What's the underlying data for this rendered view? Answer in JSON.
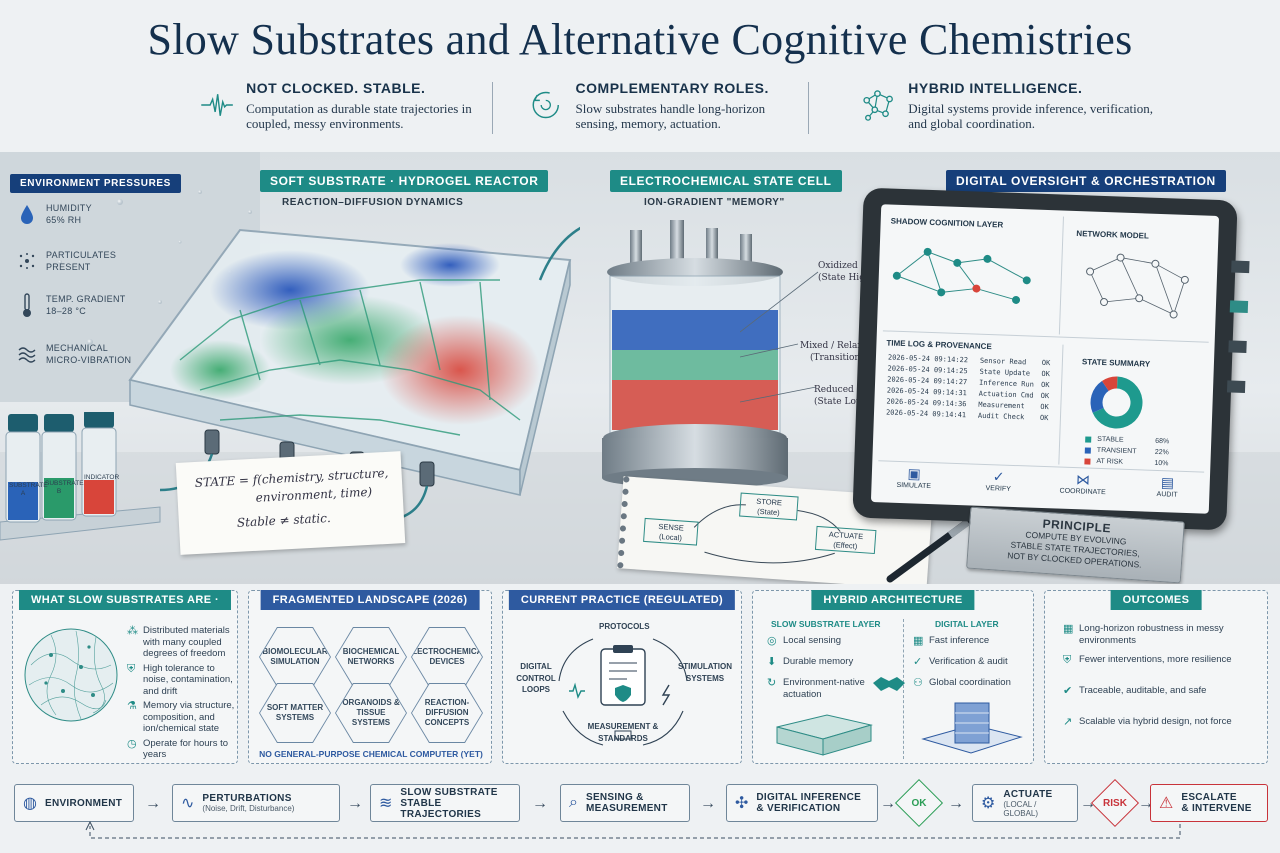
{
  "title": "Slow Substrates and Alternative Cognitive Chemistries",
  "principles": [
    {
      "icon": "waveform-icon",
      "head": "NOT CLOCKED. STABLE.",
      "body": "Computation as durable state trajectories in coupled, messy environments."
    },
    {
      "icon": "cycle-icon",
      "head": "COMPLEMENTARY ROLES.",
      "body": "Slow substrates handle long-horizon sensing, memory, actuation."
    },
    {
      "icon": "network-icon",
      "head": "HYBRID INTELLIGENCE.",
      "body": "Digital systems provide inference, verification, and global coordination."
    }
  ],
  "scene": {
    "env_title": "ENVIRONMENT PRESSURES",
    "env_items": [
      {
        "icon": "droplet-icon",
        "text": "HUMIDITY\n65% RH"
      },
      {
        "icon": "particles-icon",
        "text": "PARTICULATES\nPRESENT"
      },
      {
        "icon": "thermometer-icon",
        "text": "TEMP. GRADIENT\n18–28 °C"
      },
      {
        "icon": "vibration-icon",
        "text": "MECHANICAL\nMICRO-VIBRATION"
      }
    ],
    "soft_title": "SOFT SUBSTRATE · HYDROGEL REACTOR",
    "soft_sub": "REACTION–DIFFUSION DYNAMICS",
    "state_note_1": "STATE = f(chemistry, structure,",
    "state_note_2": "environment, time)",
    "state_note_3": "Stable ≠ static.",
    "vials": [
      "SUBSTRATE A",
      "SUBSTRATE B",
      "INDICATOR"
    ],
    "echem_title": "ELECTROCHEMICAL STATE CELL",
    "echem_sub": "ION-GRADIENT \"MEMORY\"",
    "cell_labels": [
      {
        "a": "Oxidized",
        "b": "(State High)"
      },
      {
        "a": "Mixed / Relaxed",
        "b": "(Transition)"
      },
      {
        "a": "Reduced",
        "b": "(State Low)"
      }
    ],
    "notebook": {
      "store": "STORE",
      "store_sub": "(State)",
      "sense": "SENSE",
      "sense_sub": "(Local)",
      "actuate": "ACTUATE",
      "actuate_sub": "(Effect)"
    },
    "digital_title": "DIGITAL OVERSIGHT & ORCHESTRATION",
    "tablet": {
      "shadow_title": "SHADOW COGNITION LAYER",
      "network_title": "NETWORK MODEL",
      "log_title": "TIME LOG & PROVENANCE",
      "log": [
        {
          "t": "2026-05-24  09:14:22",
          "e": "Sensor Read",
          "s": "OK"
        },
        {
          "t": "2026-05-24  09:14:25",
          "e": "State Update",
          "s": "OK"
        },
        {
          "t": "2026-05-24  09:14:27",
          "e": "Inference Run",
          "s": "OK"
        },
        {
          "t": "2026-05-24  09:14:31",
          "e": "Actuation Cmd",
          "s": "OK"
        },
        {
          "t": "2026-05-24  09:14:36",
          "e": "Measurement",
          "s": "OK"
        },
        {
          "t": "2026-05-24  09:14:41",
          "e": "Audit Check",
          "s": "OK"
        }
      ],
      "summary_title": "STATE SUMMARY",
      "summary": [
        {
          "label": "STABLE",
          "pct": "68%",
          "value": 68,
          "color": "#1e9a8e"
        },
        {
          "label": "TRANSIENT",
          "pct": "22%",
          "value": 22,
          "color": "#2a63b8"
        },
        {
          "label": "AT RISK",
          "pct": "10%",
          "value": 10,
          "color": "#d8453a"
        }
      ],
      "actions": [
        {
          "icon": "cube-icon",
          "label": "SIMULATE"
        },
        {
          "icon": "shield-check-icon",
          "label": "VERIFY"
        },
        {
          "icon": "share-icon",
          "label": "COORDINATE"
        },
        {
          "icon": "document-icon",
          "label": "AUDIT"
        }
      ]
    },
    "principle_plate": {
      "title": "PRINCIPLE",
      "l1": "COMPUTE BY EVOLVING",
      "l2": "STABLE STATE TRAJECTORIES,",
      "l3": "NOT BY CLOCKED OPERATIONS."
    }
  },
  "panels": {
    "what": {
      "title": "WHAT SLOW SUBSTRATES ARE ·",
      "items": [
        {
          "icon": "nodes-icon",
          "text": "Distributed materials with many coupled degrees of freedom"
        },
        {
          "icon": "shield-icon",
          "text": "High tolerance to noise, contamination, and drift"
        },
        {
          "icon": "flask-icon",
          "text": "Memory via structure, composition, and ion/chemical state"
        },
        {
          "icon": "clock-icon",
          "text": "Operate for hours to years"
        }
      ]
    },
    "landscape": {
      "title": "FRAGMENTED LANDSCAPE (2026)",
      "hexes": [
        "BIOMOLECULAR SIMULATION",
        "BIOCHEMICAL NETWORKS",
        "ELECTROCHEMICAL DEVICES",
        "SOFT MATTER SYSTEMS",
        "ORGANOIDS & TISSUE SYSTEMS",
        "REACTION-DIFFUSION CONCEPTS"
      ],
      "footer": "NO GENERAL-PURPOSE CHEMICAL COMPUTER (YET)"
    },
    "practice": {
      "title": "CURRENT PRACTICE (REGULATED)",
      "protocols": "PROTOCOLS",
      "digital": "DIGITAL CONTROL LOOPS",
      "stimulation": "STIMULATION SYSTEMS",
      "measurement": "MEASUREMENT & STANDARDS"
    },
    "hybrid": {
      "title": "HYBRID ARCHITECTURE",
      "slow_title": "SLOW SUBSTRATE LAYER",
      "slow_items": [
        "Local sensing",
        "Durable memory",
        "Environment-native actuation"
      ],
      "digital_title": "DIGITAL LAYER",
      "digital_items": [
        "Fast inference",
        "Verification & audit",
        "Global coordination"
      ]
    },
    "outcomes": {
      "title": "OUTCOMES",
      "items": [
        {
          "icon": "calendar-icon",
          "text": "Long-horizon robustness in messy environments"
        },
        {
          "icon": "shield-check-icon",
          "text": "Fewer interventions, more resilience"
        },
        {
          "icon": "check-circle-icon",
          "text": "Traceable, auditable, and safe"
        },
        {
          "icon": "growth-chart-icon",
          "text": "Scalable via hybrid design, not force"
        }
      ]
    }
  },
  "flow": [
    {
      "icon": "globe-icon",
      "label": "ENVIRONMENT",
      "sub": ""
    },
    {
      "icon": "pulse-icon",
      "label": "PERTURBATIONS",
      "sub": "(Noise, Drift, Disturbance)"
    },
    {
      "icon": "wave-icon",
      "label": "SLOW SUBSTRATE\nSTABLE TRAJECTORIES",
      "sub": ""
    },
    {
      "icon": "magnifier-icon",
      "label": "SENSING &\nMEASUREMENT",
      "sub": ""
    },
    {
      "icon": "brain-icon",
      "label": "DIGITAL INFERENCE\n& VERIFICATION",
      "sub": ""
    },
    {
      "icon": "decision-icon",
      "label": "OK",
      "sub": ""
    },
    {
      "icon": "gear-icon",
      "label": "ACTUATE",
      "sub": "(LOCAL / GLOBAL)"
    },
    {
      "icon": "decision-icon",
      "label": "RISK",
      "sub": ""
    },
    {
      "icon": "alarm-icon",
      "label": "ESCALATE\n& INTERVENE",
      "sub": ""
    }
  ],
  "colors": {
    "teal": "#1e8b86",
    "navy": "#163f7a",
    "ok": "#2a9d55",
    "risk": "#c8333a"
  }
}
